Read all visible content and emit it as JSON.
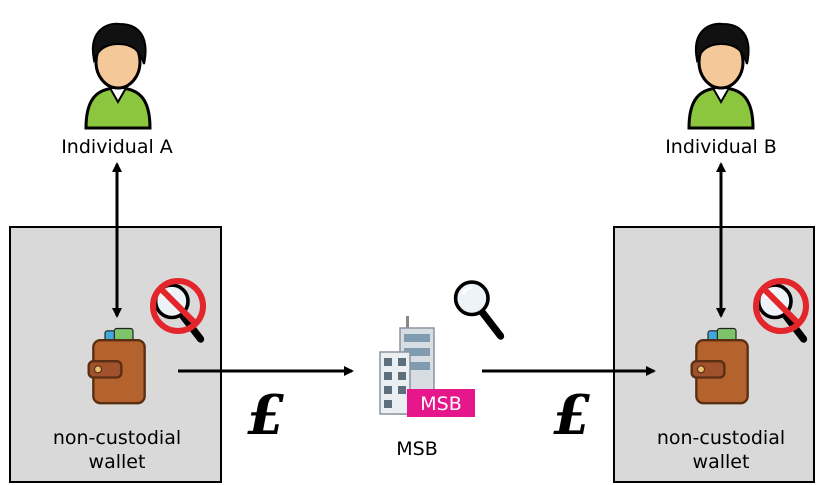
{
  "labels": {
    "individual_a": "Individual A",
    "individual_b": "Individual B",
    "wallet_left_line1": "non-custodial",
    "wallet_left_line2": "wallet",
    "wallet_right_line1": "non-custodial",
    "wallet_right_line2": "wallet",
    "msb_label": "MSB",
    "msb_badge": "MSB",
    "currency_left": "£",
    "currency_right": "£"
  },
  "colors": {
    "box_fill": "#d9d9d9",
    "badge": "#e6178a",
    "person_body": "#8cc63f",
    "prohibit_red": "#e3262b"
  },
  "icons": [
    "person-icon",
    "wallet-icon",
    "building-icon",
    "magnifier-icon",
    "prohibited-magnifier-icon"
  ]
}
